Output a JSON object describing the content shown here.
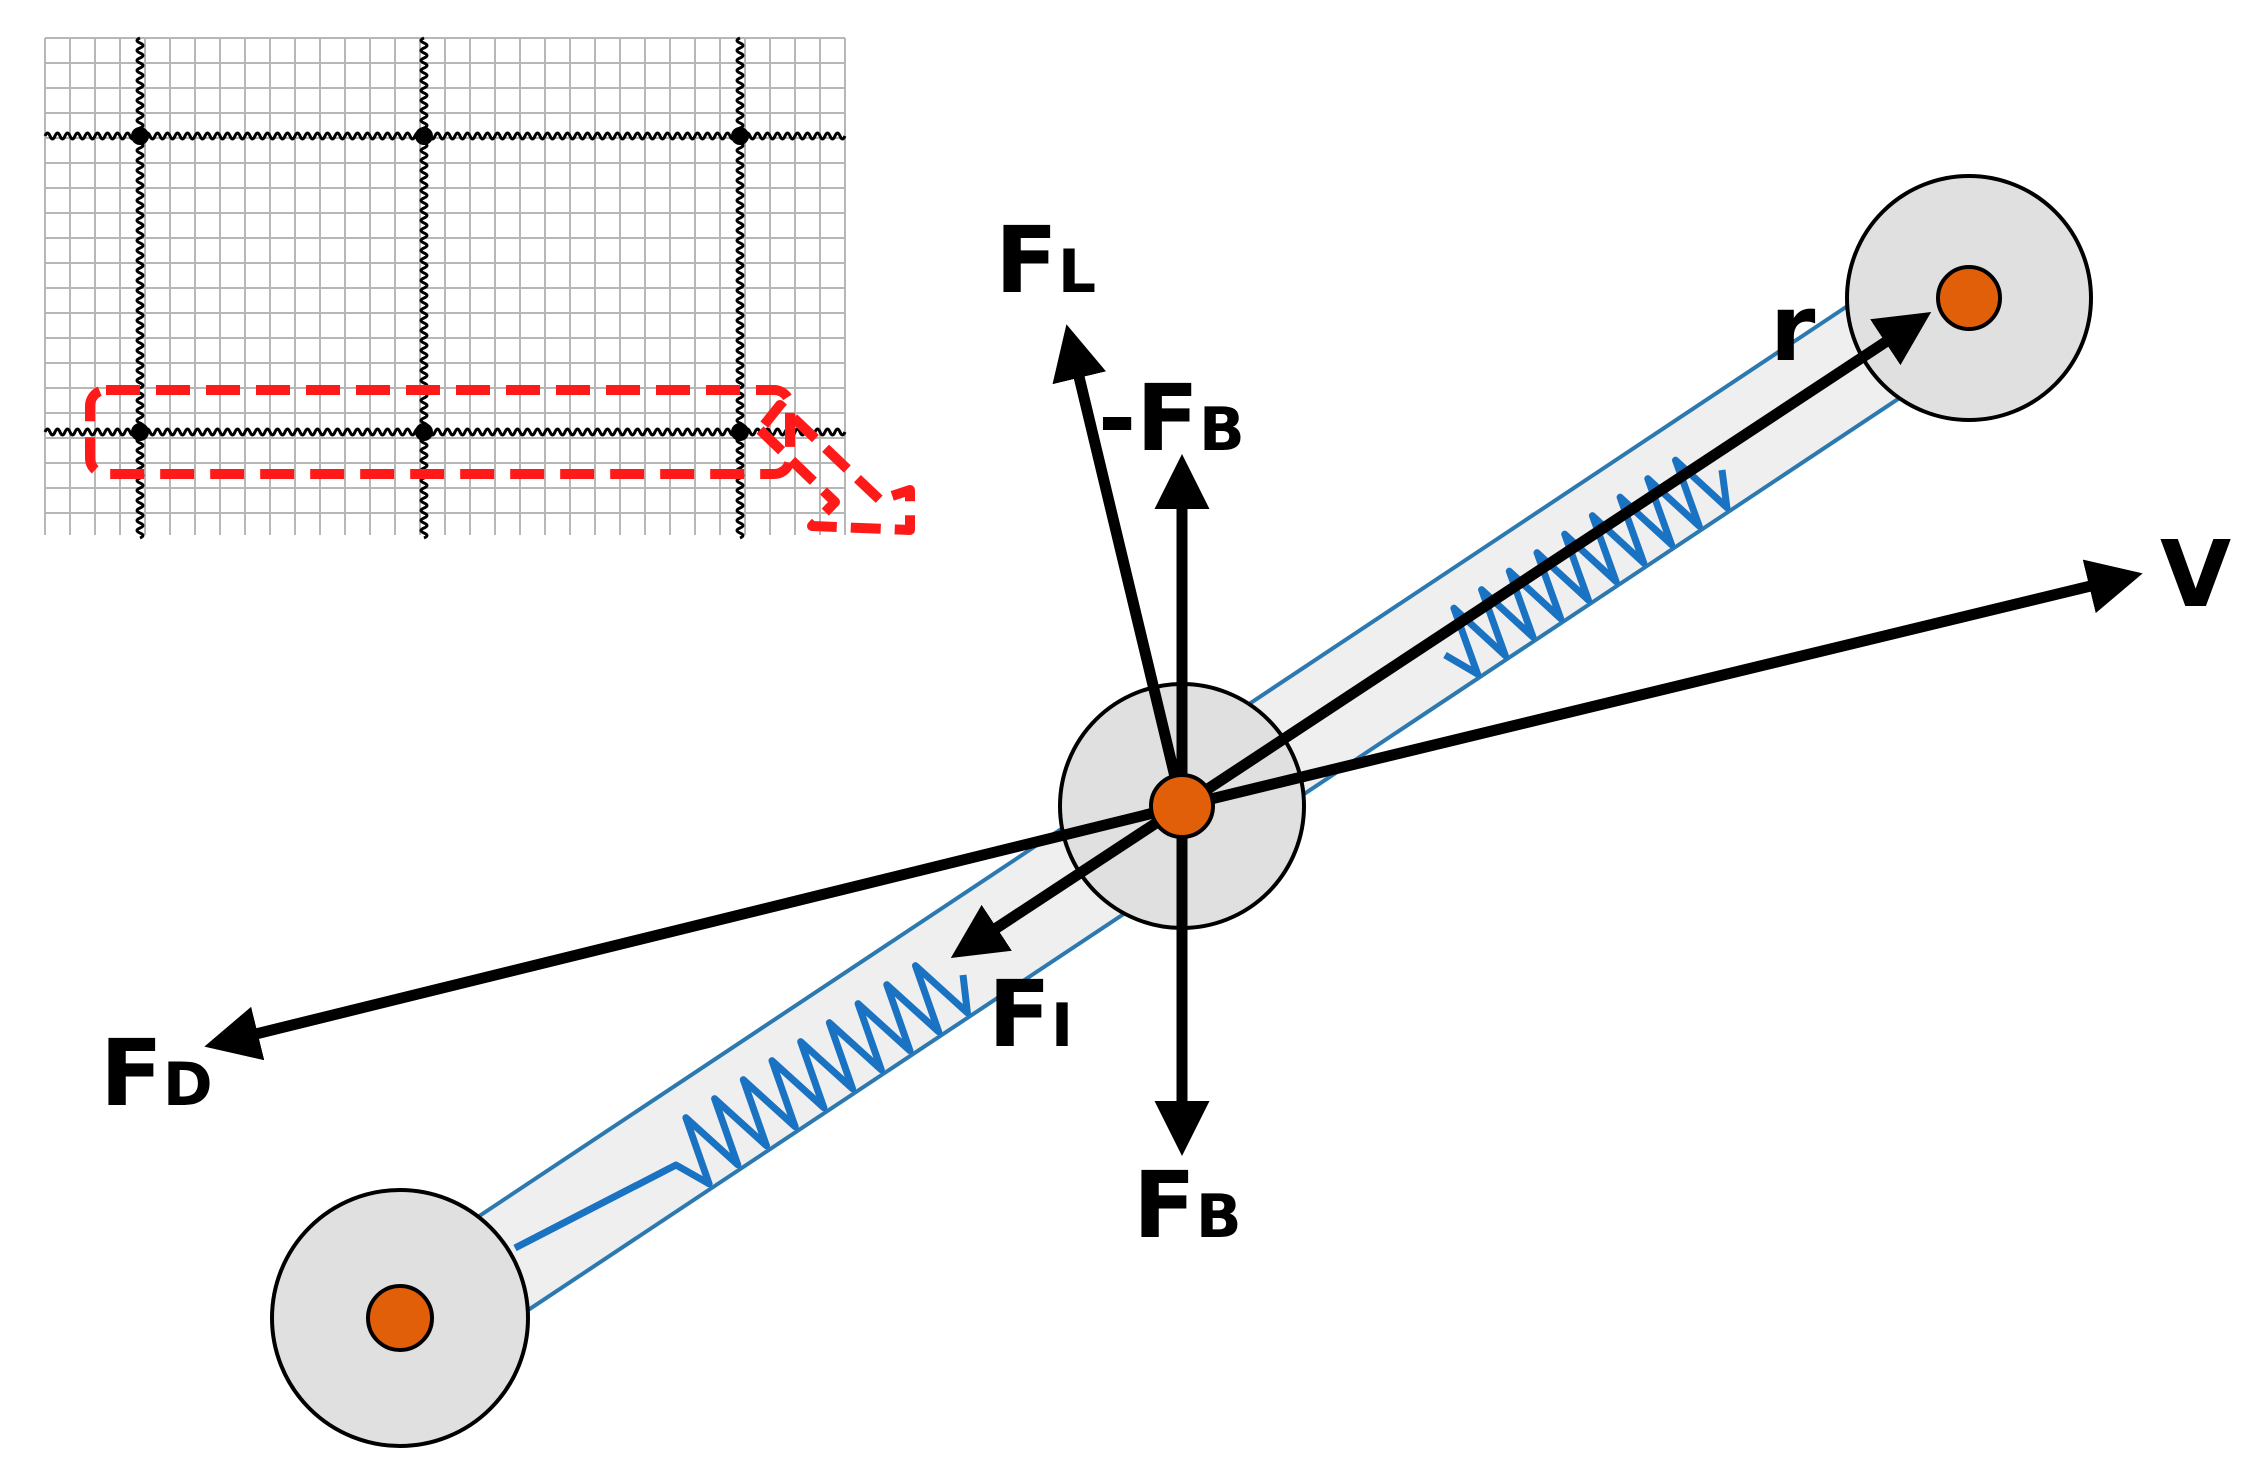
{
  "colors": {
    "background": "#ffffff",
    "arrow": "#000000",
    "node_fill": "#e0e0e0",
    "node_outline": "#000000",
    "node_center": "#e25f0a",
    "spring": "#1a73c2",
    "rod_fill": "#efefef",
    "rod_edge": "#2b79b0",
    "grid_line": "#b7b7b7",
    "highlight_dashed": "#ff1a1a"
  },
  "labels": {
    "lift": {
      "main": "F",
      "sub": "L"
    },
    "neg_buoyancy": {
      "main": "-F",
      "sub": "B"
    },
    "buoyancy": {
      "main": "F",
      "sub": "B"
    },
    "drag": {
      "main": "F",
      "sub": "D"
    },
    "inertia": {
      "main": "F",
      "sub": "I"
    },
    "velocity": {
      "main": "V"
    },
    "radius": {
      "main": "r"
    }
  },
  "icons": {
    "inset": "spring-mesh-grid-icon",
    "arrow": "dashed-arrow-icon"
  }
}
